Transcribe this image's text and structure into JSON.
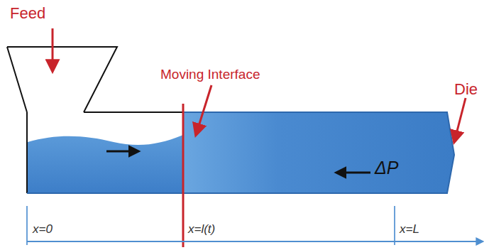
{
  "diagram": {
    "labels": [
      "Feed",
      "Moving Interface",
      "Die",
      "ΔP",
      "x=0",
      "x=l(t)",
      "x=L"
    ]
  }
}
